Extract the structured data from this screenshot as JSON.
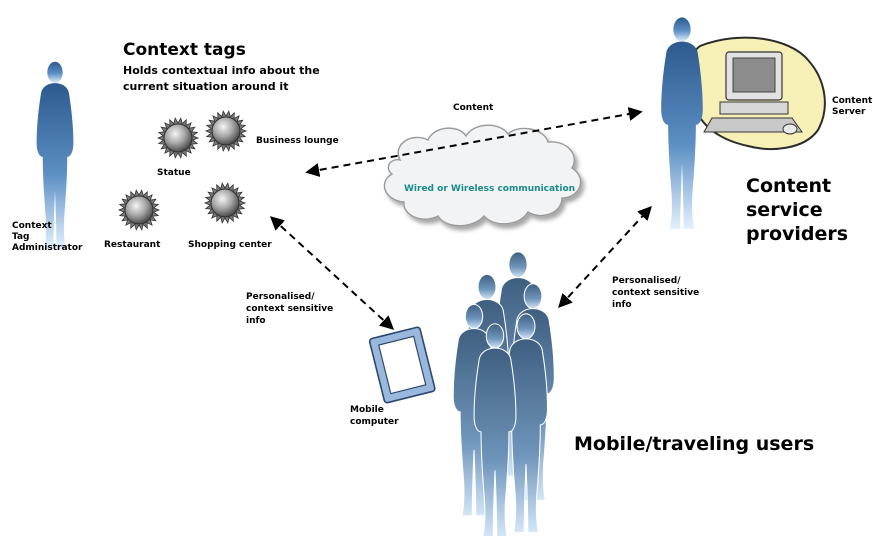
{
  "title": "Context  tags",
  "subtitle_line1": "Holds contextual info about the",
  "subtitle_line2": "current situation around it",
  "tags": {
    "business_lounge": "Business lounge",
    "statue": "Statue",
    "restaurant": "Restaurant",
    "shopping_center": "Shopping center"
  },
  "admin": {
    "line1": "Context",
    "line2": "Tag",
    "line3": "Administrator"
  },
  "content_arrow_label": "Content",
  "cloud_label": "Wired or Wireless communication",
  "server": {
    "line1": "Content",
    "line2": "Server"
  },
  "providers": {
    "line1": "Content",
    "line2": "service",
    "line3": "providers"
  },
  "left_info": {
    "line1": "Personalised/",
    "line2": "context sensitive",
    "line3": "info"
  },
  "right_info": {
    "line1": "Personalised/",
    "line2": "context sensitive",
    "line3": "info"
  },
  "mobile_computer": {
    "line1": "Mobile",
    "line2": "computer"
  },
  "users_label": "Mobile/traveling users",
  "colors": {
    "person_top": "#2d5a8e",
    "person_bottom": "#d6ebfb",
    "group_top": "#3f5f80",
    "group_bottom": "#c4dcf2",
    "cloud_text": "#1a8a8a",
    "server_blob": "#f6efb6",
    "tag_metal": "#a6a6a6"
  }
}
